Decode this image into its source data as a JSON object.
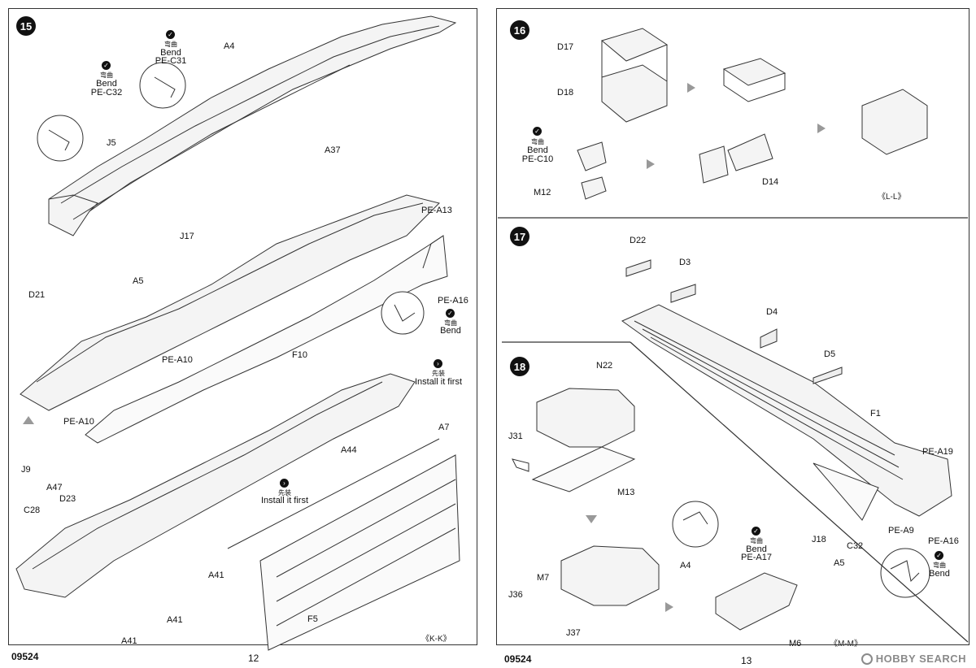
{
  "left_page": {
    "step": "15",
    "labels": {
      "bend_cn_1": "弯曲",
      "bend_1": "Bend",
      "pe_c31": "PE-C31",
      "a4": "A4",
      "bend_cn_2": "弯曲",
      "bend_2": "Bend",
      "pe_c32": "PE-C32",
      "j5": "J5",
      "a37": "A37",
      "pe_a13": "PE-A13",
      "j17": "J17",
      "a5": "A5",
      "d21": "D21",
      "pe_a16": "PE-A16",
      "bend_cn_3": "弯曲",
      "bend_3": "Bend",
      "pe_a10_1": "PE-A10",
      "f10": "F10",
      "install_cn_1": "先装",
      "install_1": "Install it first",
      "pe_a10_2": "PE-A10",
      "a7": "A7",
      "j9": "J9",
      "a47": "A47",
      "a44": "A44",
      "install_cn_2": "先装",
      "install_2": "Install it first",
      "c28": "C28",
      "d23": "D23",
      "a41_1": "A41",
      "a41_2": "A41",
      "f5": "F5",
      "a41_3": "A41"
    },
    "view": "《K-K》",
    "footer_code": "09524",
    "page_number": "12"
  },
  "right_page": {
    "step16": {
      "step": "16",
      "labels": {
        "d17": "D17",
        "d18": "D18",
        "bend_cn": "弯曲",
        "bend": "Bend",
        "pe_c10": "PE-C10",
        "m12": "M12",
        "d14": "D14"
      },
      "view": "《L-L》"
    },
    "step17": {
      "step": "17",
      "labels": {
        "d22": "D22",
        "d3": "D3",
        "d4": "D4",
        "d5": "D5",
        "f1": "F1",
        "pe_a19": "PE-A19",
        "j18": "J18",
        "c32": "C32",
        "pe_a9": "PE-A9",
        "pe_a16": "PE-A16",
        "a5": "A5",
        "bend_cn": "弯曲",
        "bend": "Bend"
      }
    },
    "step18": {
      "step": "18",
      "labels": {
        "n22": "N22",
        "j31": "J31",
        "m13": "M13",
        "m7": "M7",
        "j36": "J36",
        "j37": "J37",
        "a4": "A4",
        "bend_cn": "弯曲",
        "bend": "Bend",
        "pe_a17": "PE-A17",
        "m6": "M6"
      },
      "view": "《M-M》"
    },
    "footer_code": "09524",
    "page_number": "13"
  },
  "watermark": "HOBBY SEARCH",
  "icon_names": [
    "check-icon",
    "arrow-right-icon",
    "arrow-down-icon",
    "arrow-up-icon"
  ]
}
